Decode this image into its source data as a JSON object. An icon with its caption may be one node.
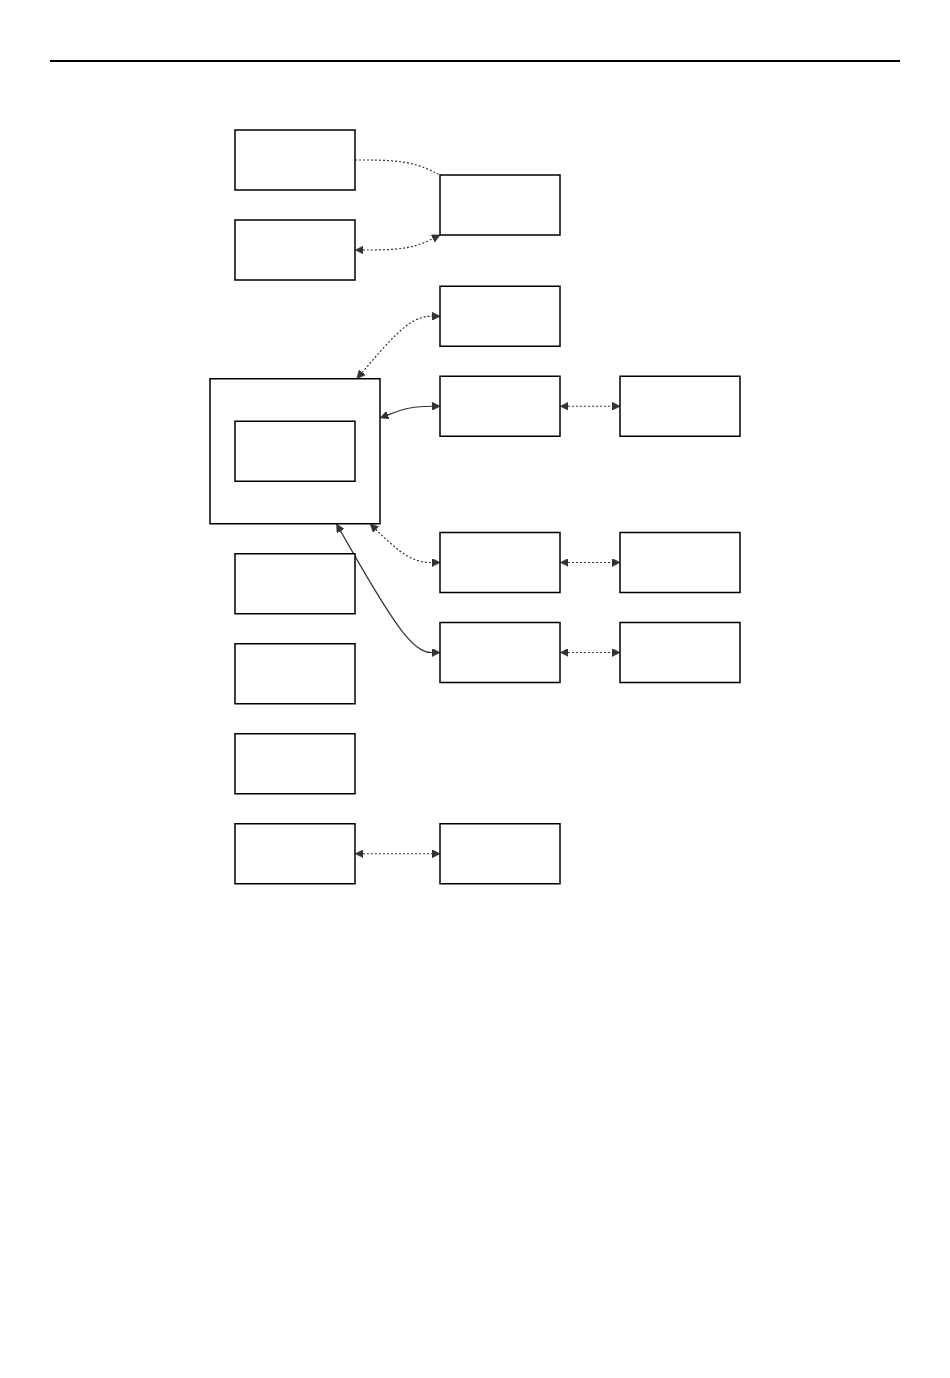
{
  "diagram": {
    "nodes": [
      {
        "text": [],
        "shape": "box"
      },
      {
        "text": [],
        "shape": "box"
      },
      {
        "text": [],
        "shape": "box"
      },
      {
        "text": [],
        "shape": "box"
      },
      {
        "text": [],
        "shape": "box",
        "in": 3
      },
      {
        "text": [],
        "shape": "box"
      },
      {
        "text": [],
        "shape": "box"
      },
      {
        "text": [],
        "shape": "box"
      },
      {
        "text": [],
        "shape": "box"
      },
      {
        "text": [],
        "shape": "box"
      },
      {
        "text": [],
        "shape": "box"
      },
      {
        "text": [],
        "shape": "box"
      },
      {
        "text": [],
        "shape": "box"
      },
      {
        "text": [],
        "shape": "box"
      },
      {
        "text": [],
        "shape": "box"
      },
      {
        "text": [],
        "shape": "box"
      },
      {
        "text": [],
        "shape": "box"
      }
    ],
    "edges": [
      {
        "from": 0,
        "to": 2,
        "arrow": "none",
        "style": "dashed"
      },
      {
        "from": 1,
        "to": 2,
        "arrow": "both",
        "style": "dashed"
      },
      {
        "from": 3,
        "to": 9,
        "arrow": "both"
      },
      {
        "from": 3,
        "to": 10,
        "arrow": "both",
        "style": "dashed"
      },
      {
        "from": 3,
        "to": 11,
        "arrow": "both"
      },
      {
        "from": 3,
        "to": 6,
        "arrow": "both",
        "style": "dashed"
      },
      {
        "from": 9,
        "to": 13,
        "arrow": "both",
        "style": "dashed"
      },
      {
        "from": 10,
        "to": 14,
        "arrow": "both",
        "style": "dashed"
      },
      {
        "from": 11,
        "to": 15,
        "arrow": "both",
        "style": "dashed"
      },
      {
        "from": 12,
        "to": 16,
        "arrow": "both",
        "style": "dashed"
      }
    ]
  }
}
